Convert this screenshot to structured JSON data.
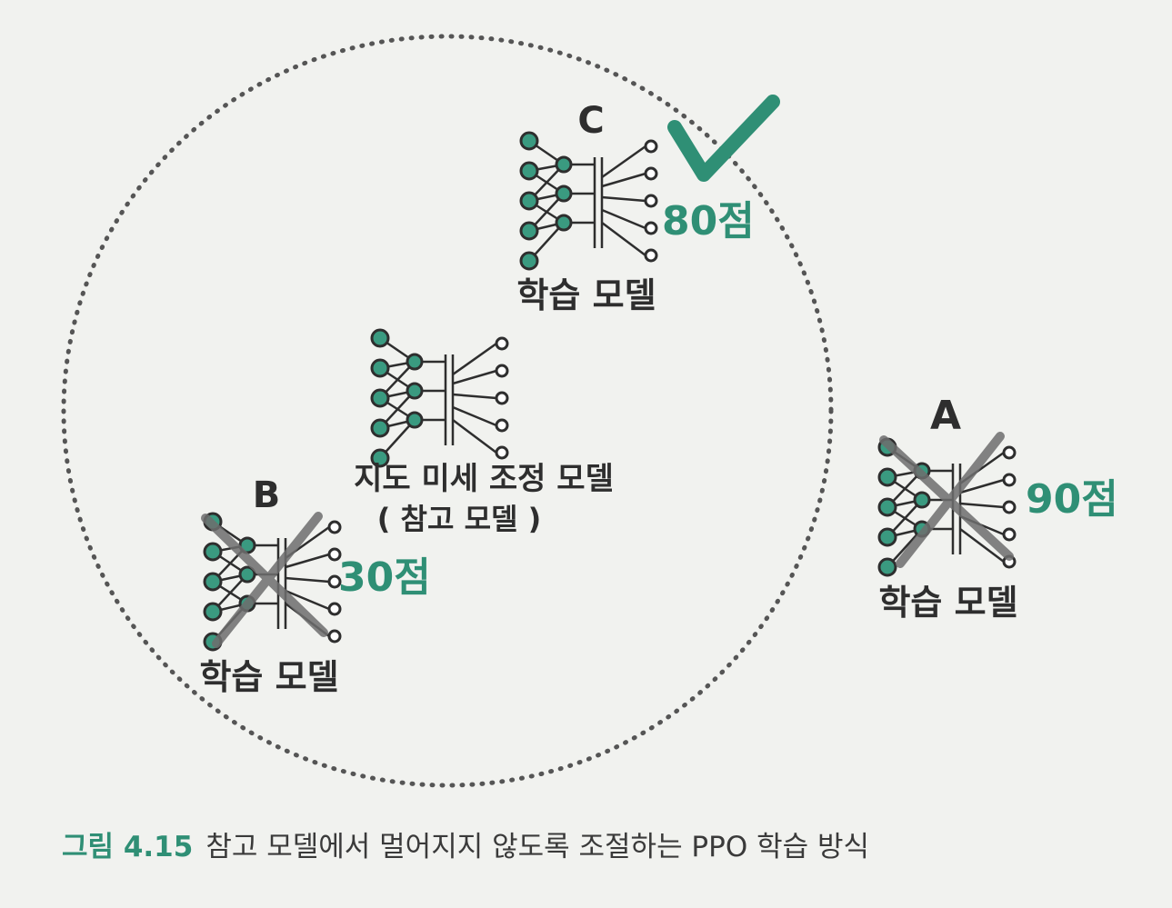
{
  "diagram": {
    "center_model": {
      "line1": "지도 미세 조정 모델",
      "line2": "( 참고 모델 )"
    },
    "model_a": {
      "letter": "A",
      "score": "90점",
      "label": "학습 모델",
      "rejected": true
    },
    "model_b": {
      "letter": "B",
      "score": "30점",
      "label": "학습 모델",
      "rejected": true
    },
    "model_c": {
      "letter": "C",
      "score": "80점",
      "label": "학습 모델",
      "accepted": true
    },
    "colors": {
      "accent": "#2f8f75",
      "node": "#3a9a80",
      "ink": "#2e2e2e",
      "boundary": "#555555"
    },
    "icons": [
      "neural-network-icon",
      "check-mark-icon",
      "cross-mark-icon"
    ]
  },
  "caption": {
    "figure_number": "그림 4.15",
    "text": "참고 모델에서 멀어지지 않도록 조절하는 PPO 학습 방식"
  }
}
